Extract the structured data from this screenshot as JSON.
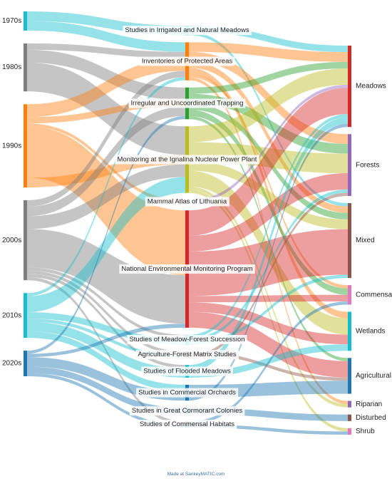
{
  "footer_text": "Made at SankeyMATIC.com",
  "sources": [
    {
      "id": "s1970",
      "label": "1970s",
      "color": "#17becf"
    },
    {
      "id": "s1980",
      "label": "1980s",
      "color": "#7f7f7f"
    },
    {
      "id": "s1990",
      "label": "1990s",
      "color": "#ff7f0e"
    },
    {
      "id": "s2000",
      "label": "2000s",
      "color": "#7f7f7f"
    },
    {
      "id": "s2010",
      "label": "2010s",
      "color": "#17becf"
    },
    {
      "id": "s2020",
      "label": "2020s",
      "color": "#1f77b4"
    }
  ],
  "studies": [
    {
      "id": "irrig",
      "label": "Studies in Irrigated and Natural Meadows",
      "color": "#17becf"
    },
    {
      "id": "invent",
      "label": "Inventories of Protected Areas",
      "color": "#ff7f0e"
    },
    {
      "id": "trap",
      "label": "Irregular and Uncoordinated Trapping",
      "color": "#2ca02c"
    },
    {
      "id": "ignal",
      "label": "Monitoring at the Ignalina Nuclear Power Plant",
      "color": "#bcbd22"
    },
    {
      "id": "atlas",
      "label": "Mammal Atlas of Lithuania",
      "color": "#9467bd"
    },
    {
      "id": "natenv",
      "label": "National Environmental Monitoring Program",
      "color": "#d62728"
    },
    {
      "id": "mfsucc",
      "label": "Studies of Meadow-Forest Succession",
      "color": "#17becf"
    },
    {
      "id": "agrifor",
      "label": "Agriculture-Forest Matrix Studies",
      "color": "#8c564b"
    },
    {
      "id": "flood",
      "label": "Studies of Flooded Meadows",
      "color": "#17becf"
    },
    {
      "id": "orch",
      "label": "Studies in Commercial Orchards",
      "color": "#1f77b4"
    },
    {
      "id": "corm",
      "label": "Studies in Great Cormorant Colonies",
      "color": "#1f77b4"
    },
    {
      "id": "commhab",
      "label": "Studies of Commensal Habitats",
      "color": "#1f77b4"
    }
  ],
  "habitats": [
    {
      "id": "meadows",
      "label": "Meadows",
      "color": "#d62728"
    },
    {
      "id": "forests",
      "label": "Forests",
      "color": "#9467bd"
    },
    {
      "id": "mixed",
      "label": "Mixed",
      "color": "#8c564b"
    },
    {
      "id": "commensal",
      "label": "Commensal",
      "color": "#e377c2"
    },
    {
      "id": "wetlands",
      "label": "Wetlands",
      "color": "#17becf"
    },
    {
      "id": "agricultural",
      "label": "Agricultural",
      "color": "#1f77b4"
    },
    {
      "id": "riparian",
      "label": "Riparian",
      "color": "#9467bd"
    },
    {
      "id": "disturbed",
      "label": "Disturbed",
      "color": "#8c564b"
    },
    {
      "id": "shrub",
      "label": "Shrub",
      "color": "#e377c2"
    }
  ],
  "flows_stage1": [
    {
      "from": "s1970",
      "to": "irrig",
      "value": 3
    },
    {
      "from": "s1970",
      "to": "invent",
      "value": 3
    },
    {
      "from": "s1980",
      "to": "invent",
      "value": 2
    },
    {
      "from": "s1980",
      "to": "trap",
      "value": 4
    },
    {
      "from": "s1980",
      "to": "ignal",
      "value": 9
    },
    {
      "from": "s1990",
      "to": "invent",
      "value": 4
    },
    {
      "from": "s1990",
      "to": "trap",
      "value": 2
    },
    {
      "from": "s1990",
      "to": "atlas",
      "value": 1
    },
    {
      "from": "s1990",
      "to": "natenv",
      "value": 16
    },
    {
      "from": "s1990",
      "to": "ignal",
      "value": 3
    },
    {
      "from": "s2000",
      "to": "invent",
      "value": 2
    },
    {
      "from": "s2000",
      "to": "trap",
      "value": 3
    },
    {
      "from": "s2000",
      "to": "ignal",
      "value": 4
    },
    {
      "from": "s2000",
      "to": "natenv",
      "value": 12
    },
    {
      "from": "s2000",
      "to": "mfsucc",
      "value": 1
    },
    {
      "from": "s2000",
      "to": "agrifor",
      "value": 1
    },
    {
      "from": "s2000",
      "to": "flood",
      "value": 1
    },
    {
      "from": "s2000",
      "to": "commhab",
      "value": 1
    },
    {
      "from": "s2010",
      "to": "invent",
      "value": 1
    },
    {
      "from": "s2010",
      "to": "ignal",
      "value": 5
    },
    {
      "from": "s2010",
      "to": "mfsucc",
      "value": 2
    },
    {
      "from": "s2010",
      "to": "agrifor",
      "value": 1
    },
    {
      "from": "s2010",
      "to": "flood",
      "value": 3
    },
    {
      "from": "s2010",
      "to": "orch",
      "value": 2
    },
    {
      "from": "s2020",
      "to": "trap",
      "value": 1
    },
    {
      "from": "s2020",
      "to": "natenv",
      "value": 1
    },
    {
      "from": "s2020",
      "to": "orch",
      "value": 3
    },
    {
      "from": "s2020",
      "to": "corm",
      "value": 2
    },
    {
      "from": "s2020",
      "to": "commhab",
      "value": 1
    }
  ],
  "flows_stage2": [
    {
      "from": "irrig",
      "to": "meadows",
      "value": 2
    },
    {
      "from": "irrig",
      "to": "mixed",
      "value": 1
    },
    {
      "from": "invent",
      "to": "meadows",
      "value": 3
    },
    {
      "from": "invent",
      "to": "forests",
      "value": 3
    },
    {
      "from": "invent",
      "to": "mixed",
      "value": 2
    },
    {
      "from": "invent",
      "to": "wetlands",
      "value": 2
    },
    {
      "from": "invent",
      "to": "commensal",
      "value": 1
    },
    {
      "from": "invent",
      "to": "riparian",
      "value": 1
    },
    {
      "from": "trap",
      "to": "meadows",
      "value": 2
    },
    {
      "from": "trap",
      "to": "forests",
      "value": 3
    },
    {
      "from": "trap",
      "to": "mixed",
      "value": 2
    },
    {
      "from": "trap",
      "to": "commensal",
      "value": 2
    },
    {
      "from": "trap",
      "to": "agricultural",
      "value": 1
    },
    {
      "from": "ignal",
      "to": "meadows",
      "value": 5
    },
    {
      "from": "ignal",
      "to": "forests",
      "value": 6
    },
    {
      "from": "ignal",
      "to": "mixed",
      "value": 3
    },
    {
      "from": "ignal",
      "to": "wetlands",
      "value": 5
    },
    {
      "from": "ignal",
      "to": "riparian",
      "value": 1
    },
    {
      "from": "ignal",
      "to": "shrub",
      "value": 1
    },
    {
      "from": "atlas",
      "to": "meadows",
      "value": 1
    },
    {
      "from": "natenv",
      "to": "meadows",
      "value": 8
    },
    {
      "from": "natenv",
      "to": "forests",
      "value": 5
    },
    {
      "from": "natenv",
      "to": "mixed",
      "value": 14
    },
    {
      "from": "natenv",
      "to": "commensal",
      "value": 2
    },
    {
      "from": "natenv",
      "to": "wetlands",
      "value": 3
    },
    {
      "from": "natenv",
      "to": "agricultural",
      "value": 5
    },
    {
      "from": "mfsucc",
      "to": "meadows",
      "value": 1
    },
    {
      "from": "mfsucc",
      "to": "forests",
      "value": 1
    },
    {
      "from": "mfsucc",
      "to": "mixed",
      "value": 1
    },
    {
      "from": "agrifor",
      "to": "agricultural",
      "value": 1
    },
    {
      "from": "agrifor",
      "to": "forests",
      "value": 1
    },
    {
      "from": "flood",
      "to": "meadows",
      "value": 2
    },
    {
      "from": "flood",
      "to": "wetlands",
      "value": 2
    },
    {
      "from": "orch",
      "to": "agricultural",
      "value": 4
    },
    {
      "from": "orch",
      "to": "meadows",
      "value": 1
    },
    {
      "from": "corm",
      "to": "disturbed",
      "value": 2
    },
    {
      "from": "commhab",
      "to": "commensal",
      "value": 1
    },
    {
      "from": "commhab",
      "to": "shrub",
      "value": 1
    }
  ]
}
